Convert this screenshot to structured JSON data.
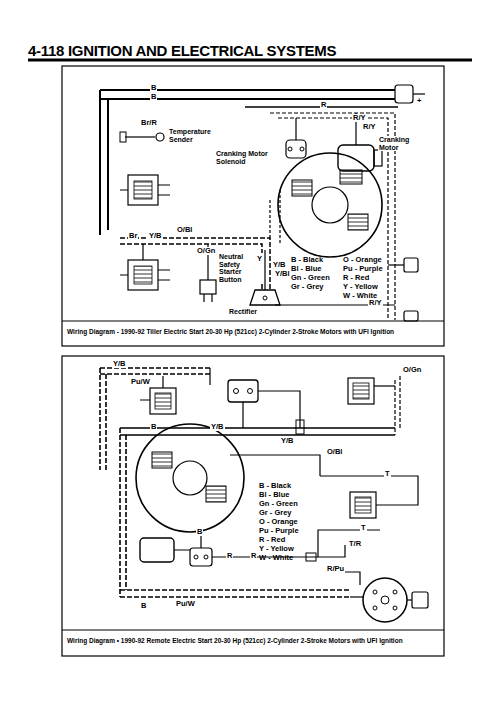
{
  "diagram": {
    "title": "4-118 IGNITION AND ELECTRICAL SYSTEMS",
    "labels": [
      "B",
      "B",
      "R",
      "+",
      "Br/R",
      "Temperature Sender",
      "R/Y",
      "R/Y",
      "Cranking Motor",
      "Cranking Motor Solenoid",
      "O/Bl",
      "Br",
      "Y/B",
      "O/Gn",
      "Neutral Safety Starter Button",
      "Y",
      "Y/B",
      "Y/Bl",
      "B - Black",
      "Bl - Blue",
      "Gn - Green",
      "Gr - Grey",
      "O - Orange",
      "Pu - Purple",
      "R - Red",
      "Y - Yellow",
      "W - White",
      "Rectifier",
      "R/Y",
      "Wiring Diagram - 1990-92 Tiller Electric Start 20-30 Hp (521cc) 2-Cylinder 2-Stroke Motors with UFI Ignition",
      "Y/B",
      "Pu/W",
      "O/Gn",
      "B",
      "Y/B",
      "Y/B",
      "O/Bl",
      "T",
      "B - Black",
      "Bl - Blue",
      "Gn - Green",
      "Gr - Grey",
      "O - Orange",
      "Pu - Purple",
      "R - Red",
      "Y - Yellow",
      "W - White",
      "B",
      "R",
      "R",
      "T",
      "T/R",
      "R/Pu",
      "Pu/W",
      "B",
      "Wiring Diagram • 1990-92 Remote Electric Start 20-30 Hp (521cc) 2-Cylinder 2-Stroke Motors with UFI Ignition"
    ]
  }
}
